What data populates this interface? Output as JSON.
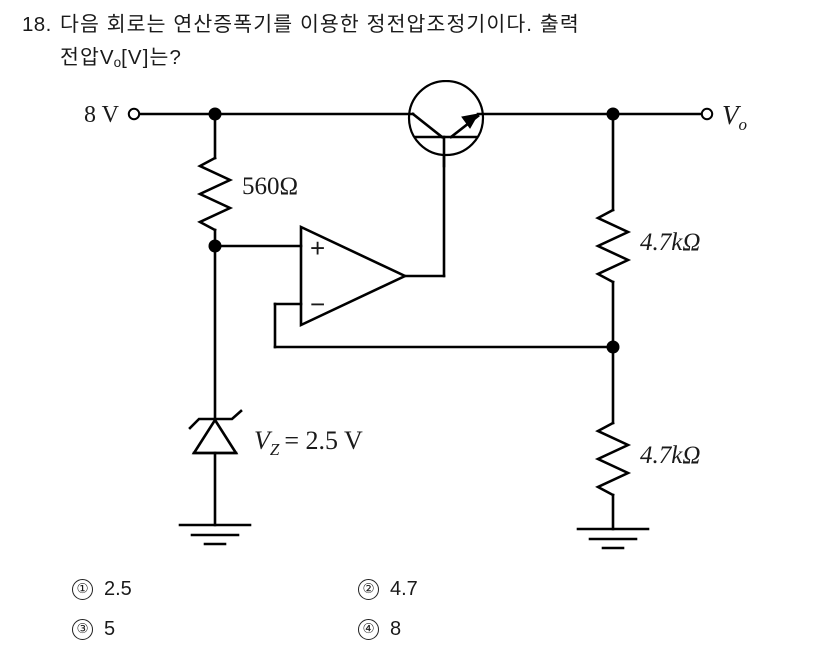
{
  "question": {
    "number": "18.",
    "line1": "다음 회로는 연산증폭기를 이용한 정전압조정기이다. 출력",
    "line2_prefix": "전압 ",
    "line2_symbol": "V",
    "line2_sub": "o",
    "line2_suffix": "[V]는?"
  },
  "circuit": {
    "supply_label": "8 V",
    "output_label": "Vo",
    "output_label_main": "V",
    "output_label_sub": "o",
    "r_series_label": "560Ω",
    "r_upper_label": "4.7kΩ",
    "r_lower_label": "4.7kΩ",
    "zener_label": "Vz = 2.5 V",
    "zener_label_main": "V",
    "zener_label_sub": "Z",
    "zener_label_value": "= 2.5 V",
    "opamp_plus": "+",
    "opamp_minus": "−",
    "line_color": "#000000",
    "stroke_width": 2.6
  },
  "choices": [
    {
      "marker": "①",
      "text": "2.5"
    },
    {
      "marker": "②",
      "text": "4.7"
    },
    {
      "marker": "③",
      "text": "5"
    },
    {
      "marker": "④",
      "text": "8"
    }
  ]
}
